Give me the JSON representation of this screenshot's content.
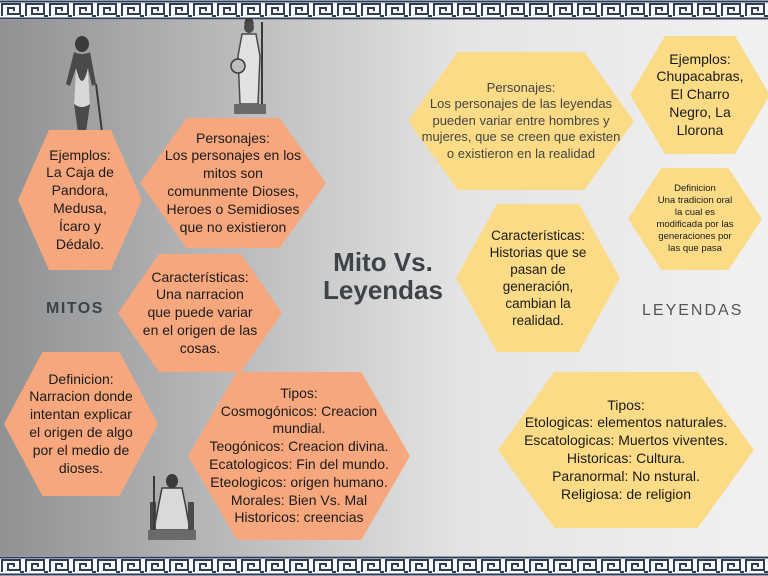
{
  "title": "Mito Vs.\nLeyendas",
  "mitos": {
    "label": "MITOS",
    "ejemplos": "Ejemplos:\nLa Caja de\nPandora,\nMedusa,\nÍcaro y\nDédalo.",
    "personajes": "Personajes:\nLos personajes en los\nmitos son\ncomunmente Dioses,\nHeroes o Semidioses\nque no existieron",
    "caracteristicas": "Características:\nUna narracion\nque puede variar\nen el origen de las\ncosas.",
    "definicion": "Definicion:\nNarracion donde\nintentan explicar\nel origen de algo\npor el medio de\ndioses.",
    "tipos": "Tipos:\nCosmogónicos: Creacion\nmundial.\nTeogónicos: Creacion divina.\nEcatologicos: Fin del mundo.\nEteologicos: origen humano.\nMorales: Bien Vs. Mal\nHistoricos: creencias"
  },
  "leyendas": {
    "label": "LEYENDAS",
    "personajes": "Personajes:\nLos personajes de las leyendas\npueden variar entre hombres y\nmujeres, que se creen que existen\no existieron en la realidad",
    "ejemplos": "Ejemplos:\nChupacabras,\nEl Charro\nNegro, La\nLlorona",
    "definicion": "Definicion\nUna tradicion oral\nla cual es\nmodificada por las\ngeneraciones por\nlas que pasa",
    "caracteristicas": "Características:\nHistorias que se\npasan de\ngeneración,\ncambian la\nrealidad.",
    "tipos": "Tipos:\nEtologicas: elementos naturales.\nEscatologicas: Muertos viventes.\nHistoricas: Cultura.\nParanormal: No nstural.\nReligiosa: de religion"
  },
  "colors": {
    "mitos_fill": "#f7a77d",
    "leyendas_fill": "#fbdb86",
    "border_pattern": "#2f3e57"
  },
  "icons": [
    "greek-key-border",
    "zeus-statue",
    "athena-statue",
    "seated-zeus-statue"
  ]
}
